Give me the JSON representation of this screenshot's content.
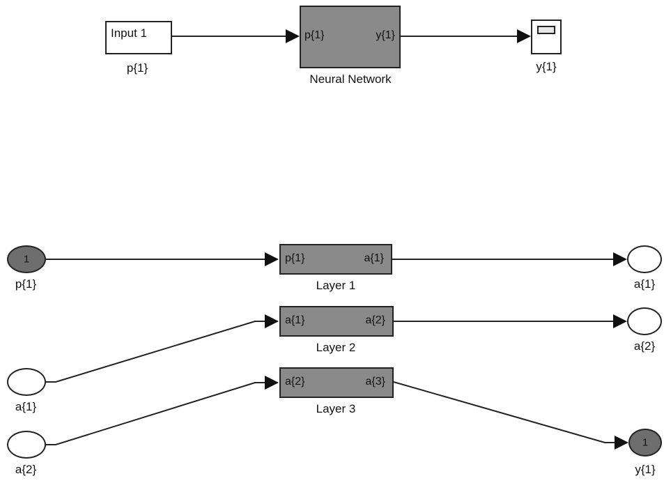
{
  "top": {
    "input_block": {
      "label": "Input 1",
      "caption": "p{1}"
    },
    "network_block": {
      "in_port": "p{1}",
      "out_port": "y{1}",
      "caption": "Neural Network"
    },
    "scope_block": {
      "caption": "y{1}"
    }
  },
  "bottom": {
    "input_node": {
      "number": "1",
      "caption": "p{1}"
    },
    "delay_nodes": [
      {
        "caption": "a{1}"
      },
      {
        "caption": "a{2}"
      }
    ],
    "layers": [
      {
        "in_port": "p{1}",
        "out_port": "a{1}",
        "caption": "Layer 1"
      },
      {
        "in_port": "a{1}",
        "out_port": "a{2}",
        "caption": "Layer 2"
      },
      {
        "in_port": "a{2}",
        "out_port": "a{3}",
        "caption": "Layer 3"
      }
    ],
    "output_nodes": [
      {
        "caption": "a{1}"
      },
      {
        "caption": "a{2}"
      }
    ],
    "final_output": {
      "number": "1",
      "caption": "y{1}"
    }
  },
  "colors": {
    "block_fill": "#8a8a8a",
    "filled_node": "#6e6e6e",
    "line": "#222222"
  }
}
